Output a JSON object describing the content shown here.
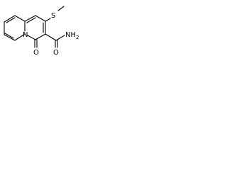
{
  "molecule": {
    "atoms": {
      "sulfur": "S",
      "amide_nitrogen": "NH",
      "amide_subscript": "2",
      "ring_nitrogen": "N",
      "ketone_oxygen": "O",
      "amide_oxygen": "O"
    }
  },
  "colors": {
    "bond": "#000000",
    "background": "#ffffff"
  }
}
